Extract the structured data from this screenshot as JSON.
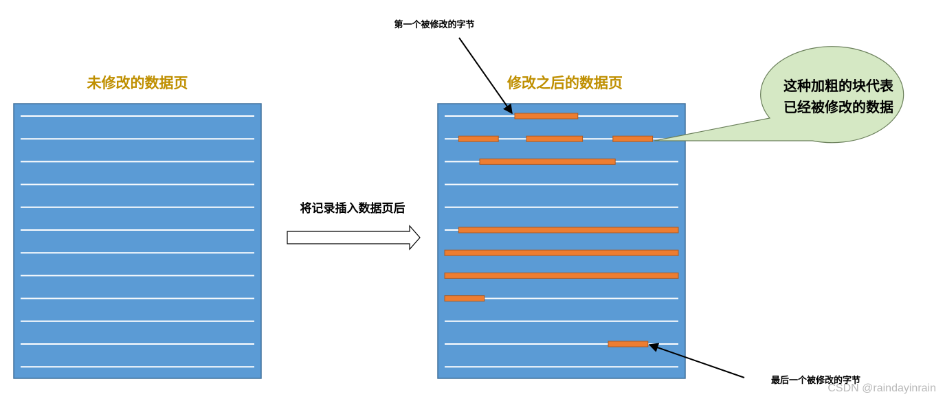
{
  "left_page": {
    "title": "未修改的数据页",
    "line_count": 12
  },
  "right_page": {
    "title": "修改之后的数据页",
    "line_count": 12,
    "modified_segments": [
      {
        "row": 0,
        "start": 0.3,
        "end": 0.57
      },
      {
        "row": 1,
        "start": 0.06,
        "end": 0.23
      },
      {
        "row": 1,
        "start": 0.35,
        "end": 0.59
      },
      {
        "row": 1,
        "start": 0.72,
        "end": 0.89
      },
      {
        "row": 2,
        "start": 0.15,
        "end": 0.73
      },
      {
        "row": 5,
        "start": 0.06,
        "end": 1.0
      },
      {
        "row": 6,
        "start": 0.0,
        "end": 1.0
      },
      {
        "row": 7,
        "start": 0.0,
        "end": 1.0
      },
      {
        "row": 8,
        "start": 0.0,
        "end": 0.17
      },
      {
        "row": 10,
        "start": 0.7,
        "end": 0.87
      }
    ]
  },
  "arrow_label": "将记录插入数据页后",
  "first_byte_note": "第一个被修改的字节",
  "last_byte_note": "最后一个被修改的字节",
  "bubble": {
    "line1": "这种加粗的块代表",
    "line2": "已经被修改的数据"
  },
  "watermark": "CSDN @raindayinrain",
  "colors": {
    "page_fill": "#5b9bd5",
    "page_border": "#41719c",
    "line": "#ffffff",
    "segment": "#ed7d31",
    "segment_border": "#ae5a21",
    "title": "#bf8f00",
    "bubble_fill": "#d5e8c4",
    "bubble_border": "#6a7f5a"
  }
}
